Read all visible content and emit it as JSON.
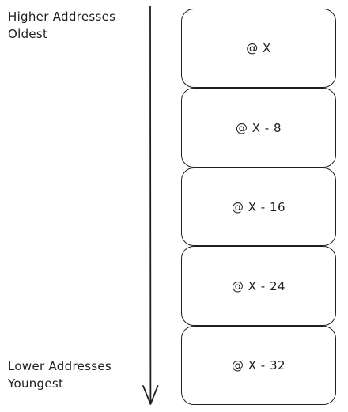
{
  "labels": {
    "top": [
      "Higher Addresses",
      "Oldest"
    ],
    "bottom": [
      "Lower Addresses",
      "Youngest"
    ]
  },
  "cells": [
    "@ X",
    "@ X - 8",
    "@ X - 16",
    "@ X - 24",
    "@ X - 32"
  ]
}
